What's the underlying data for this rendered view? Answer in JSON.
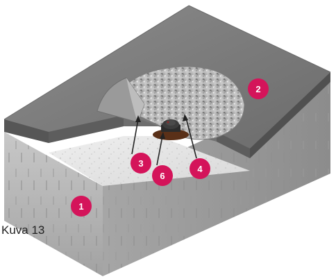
{
  "caption": "Kuva 13",
  "markers": [
    {
      "id": "1",
      "label": "1"
    },
    {
      "id": "2",
      "label": "2"
    },
    {
      "id": "3",
      "label": "3"
    },
    {
      "id": "4",
      "label": "4"
    },
    {
      "id": "6",
      "label": "6"
    }
  ],
  "colors": {
    "marker": "#d4145a",
    "marker_text": "#ffffff",
    "top_surface": "#7b7b7b",
    "side_left": "#b9b9b9",
    "side_right": "#a9a9a9",
    "insulation": "#e4e4e4",
    "membrane_edge": "#4f4f4f",
    "arrow": "#222222"
  }
}
